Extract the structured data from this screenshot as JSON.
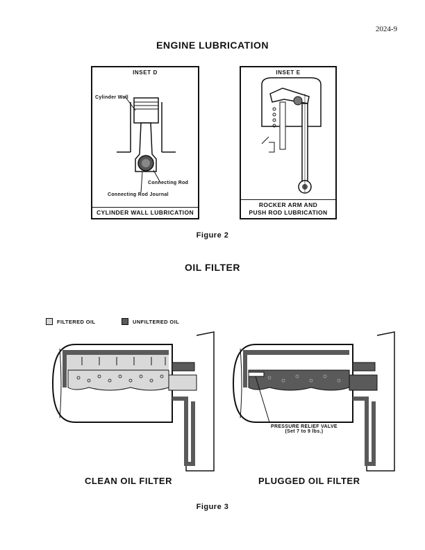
{
  "page_number": "2024-9",
  "engine_heading": "ENGINE LUBRICATION",
  "inset_d": {
    "title": "INSET D",
    "label_cylinder_wall": "Cylinder Wall",
    "label_connecting_rod": "Connecting Rod",
    "label_connecting_rod_journal": "Connecting Rod Journal",
    "caption": "CYLINDER WALL LUBRICATION"
  },
  "inset_e": {
    "title": "INSET E",
    "caption_line1": "ROCKER ARM AND",
    "caption_line2": "PUSH ROD LUBRICATION"
  },
  "figure2_caption": "Figure 2",
  "oil_filter_heading": "OIL FILTER",
  "legend": {
    "filtered": "FILTERED OIL",
    "unfiltered": "UNFILTERED OIL"
  },
  "clean_title": "CLEAN OIL FILTER",
  "plugged_title": "PLUGGED OIL FILTER",
  "relief_label_line1": "PRESSURE RELIEF VALVE",
  "relief_label_line2": "(Set 7 to 9 lbs.)",
  "figure3_caption": "Figure 3",
  "colors": {
    "unfiltered": "#5a5a5a",
    "filtered": "#d9d9d9",
    "ink": "#111111"
  }
}
